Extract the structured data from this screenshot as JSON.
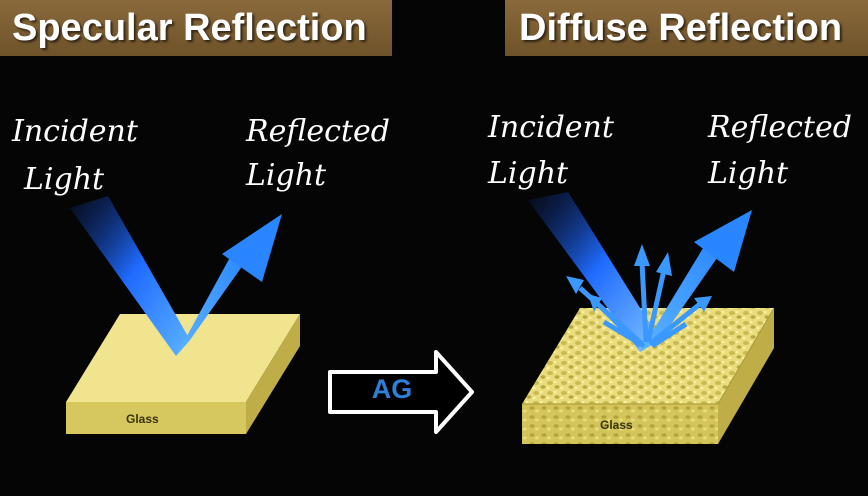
{
  "specular": {
    "title": "Specular Reflection",
    "incident_label": [
      "Incident",
      "Light"
    ],
    "reflected_label": [
      "Reflected",
      "Light"
    ],
    "material_label": "Glass"
  },
  "diffuse": {
    "title": "Diffuse Reflection",
    "incident_label": [
      "Incident",
      "Light"
    ],
    "reflected_label": [
      "Reflected",
      "Light"
    ],
    "material_label": "Glass"
  },
  "transform_arrow": {
    "label": "AG"
  },
  "colors": {
    "banner": "#7a5c32",
    "glass_top": "#f0e48e",
    "glass_front": "#d6c85e",
    "glass_side": "#bfae48",
    "light_ray": "#2a86ff",
    "arrow_outline": "#ffffff"
  },
  "icons": {
    "arrow": "right-arrow-icon"
  }
}
